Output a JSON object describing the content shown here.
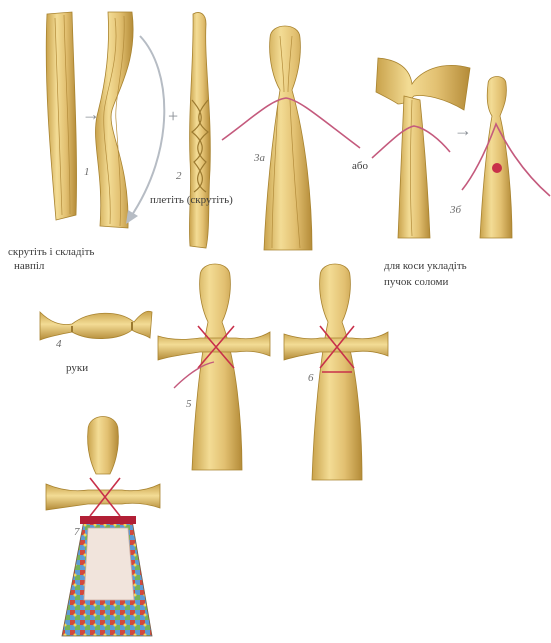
{
  "steps": {
    "s1": "1",
    "s2": "2",
    "s3a": "3а",
    "s3b": "3б",
    "s4": "4",
    "s5": "5",
    "s6": "6",
    "s7": "7"
  },
  "labels": {
    "twist_line1": "скрутіть і складіть",
    "twist_line2": "навпіл",
    "braid": "плетіть (скрутіть)",
    "or": "або",
    "fold_line1": "для коси укладіть",
    "fold_line2": "пучок соломи",
    "arms": "руки"
  },
  "symbols": {
    "arrow1": "→",
    "plus": "+",
    "arrow2": "→"
  },
  "colors": {
    "straw": "#e4c57a",
    "straw_dark": "#b8913c",
    "straw_light": "#f5e3a8",
    "red_thread": "#c8304a",
    "pink_thread": "#c45a7d",
    "apron": "#f1e4dc",
    "skirt_blue": "#5d9bd5",
    "skirt_red": "#d2483d",
    "skirt_green": "#74b25a",
    "sash": "#b21f35",
    "arc_arrow": "#b6bcc4"
  }
}
